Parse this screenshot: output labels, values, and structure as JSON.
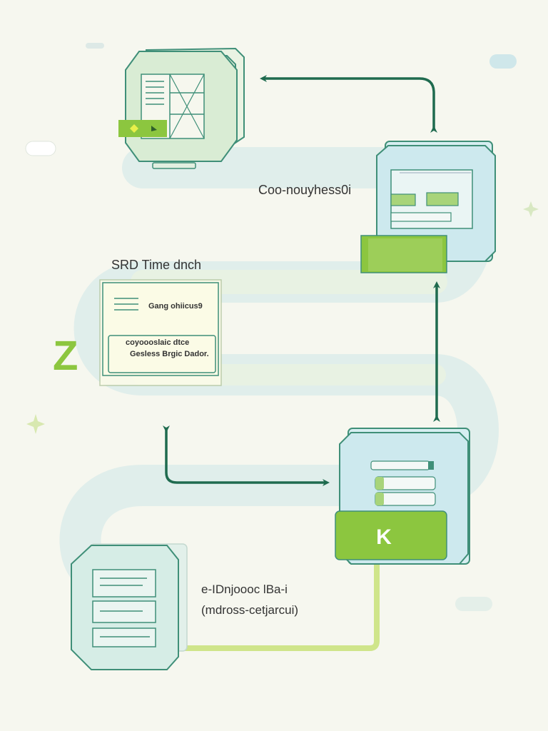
{
  "labels": {
    "top_right": "Coo-nouyhess0i",
    "mid_left": "SRD Time dnch",
    "card_title": "Gang ohiicus9",
    "card_line1": "coyoooslaic dtce",
    "card_line2": "Gesless Brgic Dador.",
    "bottom_line1": "e-IDnjoooc lBa-i",
    "bottom_line2": "(mdross-cetjarcui)"
  },
  "letters": {
    "z_mark": "Z",
    "k_button": "K"
  },
  "colors": {
    "background": "#f6f7ef",
    "arrow": "#1f6b4f",
    "accent_lime": "#8cc63f",
    "panel_blue": "#cde9ee",
    "panel_green": "#d9ecd4",
    "track": "#dcecea",
    "outline": "#3f8f78"
  }
}
